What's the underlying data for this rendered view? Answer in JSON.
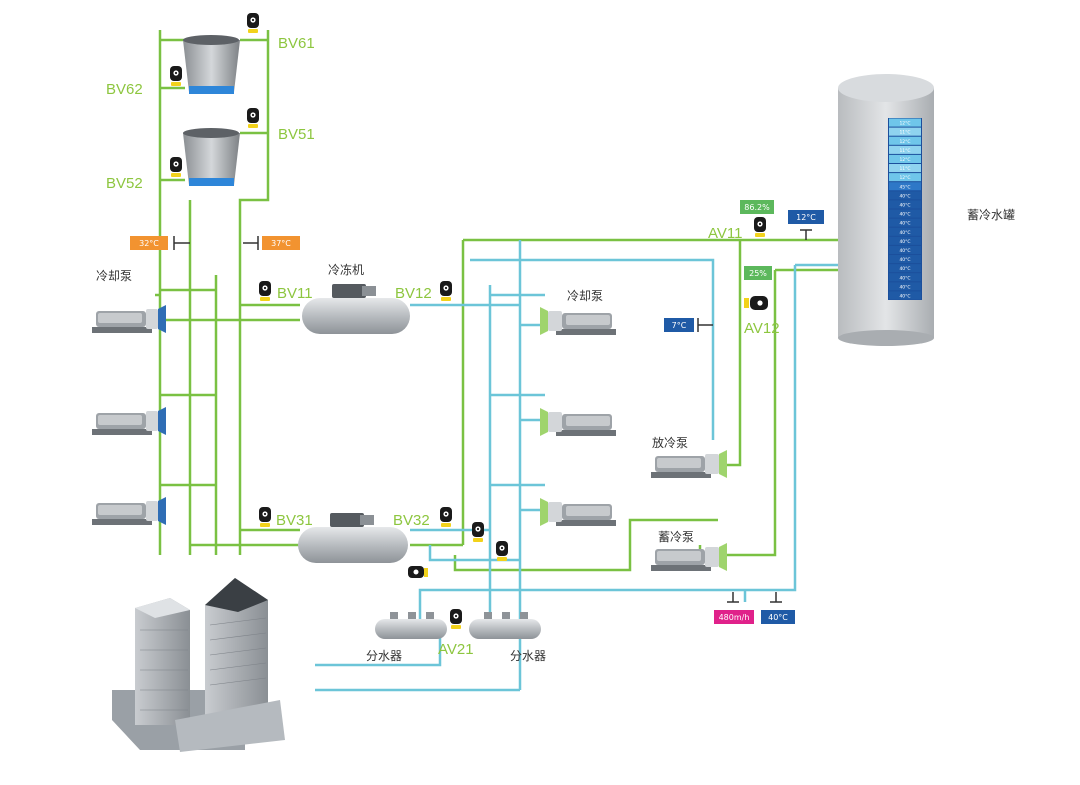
{
  "colors": {
    "cooling_pipe": "#7ac143",
    "chilled_pipe": "#6cc5d8",
    "valve_label": "#8dc63f",
    "orange_badge": "#f29330",
    "blue_badge": "#1f5aa6",
    "green_badge": "#5cb85c",
    "magenta_badge": "#e0218a",
    "valve_yellow": "#f2d21b"
  },
  "valves": {
    "bv61": "BV61",
    "bv62": "BV62",
    "bv51": "BV51",
    "bv52": "BV52",
    "bv11": "BV11",
    "bv12": "BV12",
    "bv31": "BV31",
    "bv32": "BV32",
    "av11": "AV11",
    "av12": "AV12",
    "av21": "AV21"
  },
  "labels": {
    "cooling_pump_left": "冷却泵",
    "cooling_pump_right": "冷却泵",
    "chiller": "冷冻机",
    "discharge_pump": "放冷泵",
    "storage_pump": "蓄冷泵",
    "distributor_left": "分水器",
    "distributor_right": "分水器",
    "storage_tank": "蓄冷水罐"
  },
  "badges": {
    "temp_32": "32°C",
    "temp_37": "37°C",
    "temp_12": "12°C",
    "temp_7": "7°C",
    "temp_40": "40°C",
    "flow": "480m/h",
    "av11_open": "86.2%",
    "av12_open": "25%"
  },
  "tank_levels": [
    "12°C",
    "11°C",
    "12°C",
    "11°C",
    "12°C",
    "11°C",
    "12°C",
    "45°C",
    "40°C",
    "40°C",
    "40°C",
    "40°C",
    "40°C",
    "40°C",
    "40°C",
    "40°C",
    "40°C",
    "40°C",
    "40°C",
    "40°C"
  ]
}
